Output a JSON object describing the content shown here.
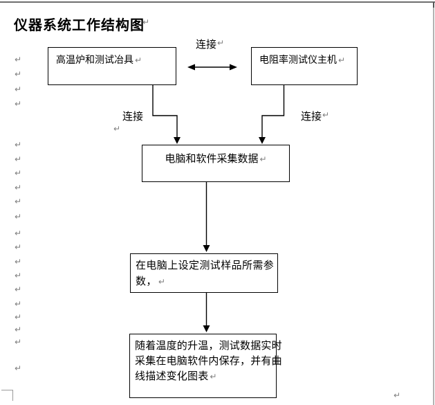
{
  "page": {
    "title": "仪器系统工作结构图",
    "background_color": "#ffffff",
    "edge_line_color": "#6e6e6e",
    "ink_color": "#000000",
    "paragraph_mark_color": "#7d7d7d"
  },
  "marks": {
    "glyph": "↵",
    "name": "paragraph-mark",
    "left_margin_x": 19,
    "left_margin_ys": [
      82,
      103,
      125,
      146,
      205,
      226,
      246,
      267,
      287,
      309,
      333,
      353,
      374,
      394,
      414,
      435,
      454,
      472,
      490,
      528
    ]
  },
  "diagram": {
    "nodes": [
      {
        "id": "furnace",
        "label": "高温炉和测试冶具"
      },
      {
        "id": "tester",
        "label": "电阻率测试仪主机"
      },
      {
        "id": "computer",
        "label": "电脑和软件采集数据"
      },
      {
        "id": "params",
        "label": "在电脑上设定测试样品所需参数，",
        "lines": [
          "在电脑上设定测试样品所需参",
          "数，"
        ]
      },
      {
        "id": "record",
        "label": "随着温度的升温，测试数据实时采集在电脑软件内保存，并有曲线描述变化图表",
        "lines": [
          "随着温度的升温，测试数据实时",
          "采集在电脑软件内保存，并有曲",
          "线描述变化图表"
        ]
      }
    ],
    "edges": [
      {
        "from": "furnace",
        "to": "tester",
        "label": "连接",
        "type": "double-arrow"
      },
      {
        "from": "furnace",
        "to": "computer",
        "label": "连接",
        "type": "elbow-arrow"
      },
      {
        "from": "tester",
        "to": "computer",
        "label": "连接",
        "type": "elbow-arrow"
      },
      {
        "from": "computer",
        "to": "params",
        "label": "",
        "type": "arrow"
      },
      {
        "from": "params",
        "to": "record",
        "label": "",
        "type": "arrow"
      }
    ]
  }
}
